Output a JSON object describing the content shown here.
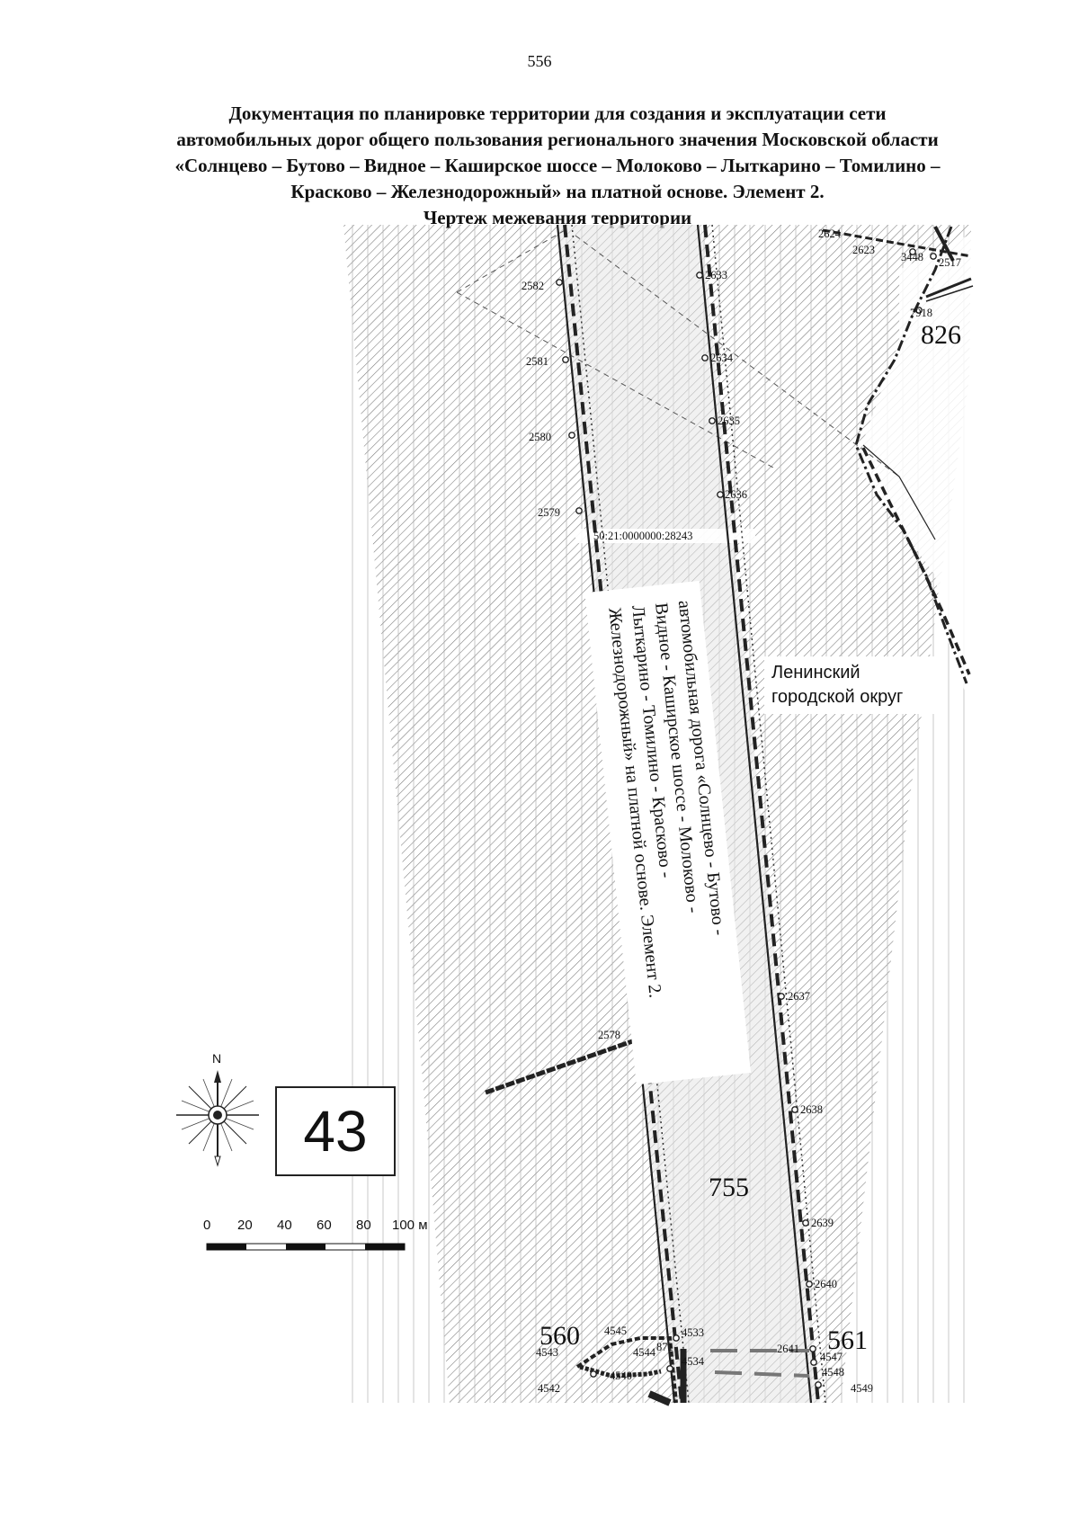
{
  "page_number": "556",
  "title_lines": [
    "Документация по планировке территории для создания и эксплуатации сети",
    "автомобильных дорог общего пользования регионального значения Московской области",
    "«Солнцево – Бутово – Видное – Каширское шоссе – Молоково – Лыткарино – Томилино –",
    "Красково – Железнодорожный» на платной основе. Элемент 2.",
    "Чертеж межевания территории"
  ],
  "map": {
    "cadastral_number": "50:21:0000000:28243",
    "district_label_lines": [
      "Ленинский",
      "городской округ"
    ],
    "road_label_lines": [
      "автомобильная дорога «Солнцево - Бутово -",
      "Видное - Каширское шоссе - Молоково -",
      "Лыткарино - Томилино - Красково -",
      "Железнодорожный» на платной основе. Элемент 2."
    ],
    "parcel_labels": {
      "p826": "826",
      "p755": "755",
      "p560": "560",
      "p561": "561"
    },
    "left_points": {
      "p2582": "2582",
      "p2581": "2581",
      "p2580": "2580",
      "p2579": "2579",
      "p2578": "2578"
    },
    "right_points": {
      "p2633": "2633",
      "p2634": "2634",
      "p2635": "2635",
      "p2636": "2636",
      "p2637": "2637",
      "p2638": "2638",
      "p2639": "2639",
      "p2640": "2640",
      "p2641": "2641"
    },
    "top_right_points": {
      "p2624": "2624",
      "p2623": "2623",
      "p3448": "3448",
      "p2517": "2517",
      "p7918": "7918"
    },
    "bottom_points": {
      "p4545": "4545",
      "p4533": "4533",
      "p4543": "4543",
      "p4544": "4544",
      "p871": "871",
      "p4534": "4534",
      "p4540": "4540",
      "p4542": "4542",
      "p4547": "4547",
      "p4548": "4548",
      "p4549": "4549"
    }
  },
  "compass_north": "N",
  "sheet_number": "43",
  "scale_labels": {
    "s0": "0",
    "s20": "20",
    "s40": "40",
    "s60": "60",
    "s80": "80",
    "s100": "100 м"
  },
  "colors": {
    "hatch": "#777777",
    "boundary": "#222222",
    "paper": "#ffffff"
  }
}
